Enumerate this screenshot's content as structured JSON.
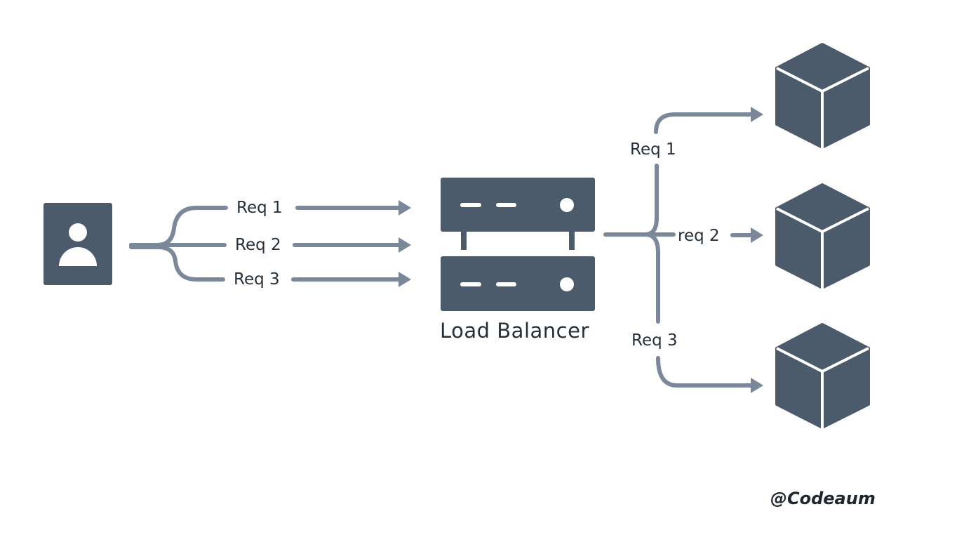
{
  "colors": {
    "node": "#4b5b6b",
    "connector": "#7a8899",
    "text": "#26303b"
  },
  "client": {
    "icon": "user-icon"
  },
  "incoming_requests": [
    "Req 1",
    "Req 2",
    "Req 3"
  ],
  "load_balancer": {
    "label": "Load Balancer",
    "icon": "server-rack-icon"
  },
  "outgoing_requests": [
    "Req 1",
    "req 2",
    "Req 3"
  ],
  "servers": [
    {
      "icon": "cube-icon"
    },
    {
      "icon": "cube-icon"
    },
    {
      "icon": "cube-icon"
    }
  ],
  "watermark": "@Codeaum"
}
